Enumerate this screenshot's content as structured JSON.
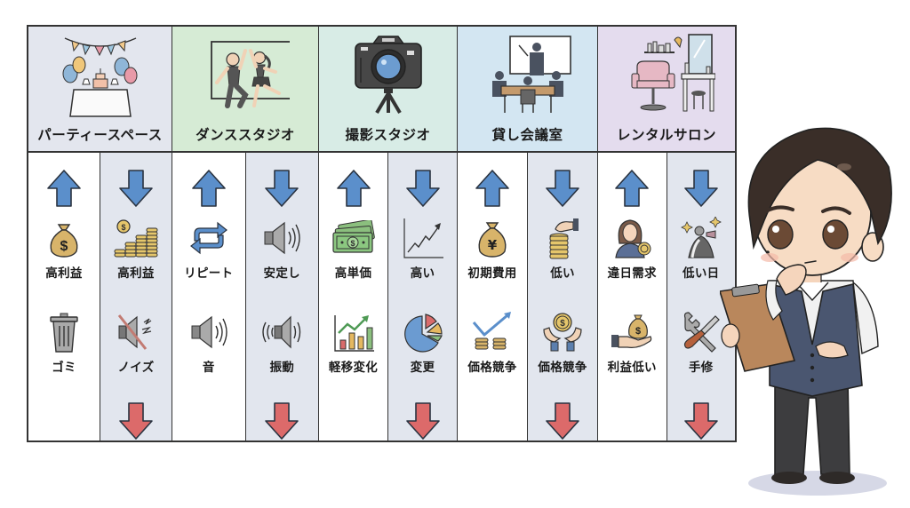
{
  "columns": [
    {
      "title": "パーティースペース",
      "header_bg": "#e3e6ee",
      "header_icon": "party-table-icon",
      "up": {
        "arrow_color": "#5b8fcb",
        "items": [
          {
            "icon": "money-bag-dollar-icon",
            "label": "高利益"
          },
          {
            "icon": "trash-can-icon",
            "label": "ゴミ"
          }
        ]
      },
      "down": {
        "arrow_color": "#5b8fcb",
        "items": [
          {
            "icon": "coin-stacks-icon",
            "label": "高利益"
          },
          {
            "icon": "muted-speaker-noise-icon",
            "label": "ノイズ"
          }
        ],
        "bottom_arrow_color": "#dc6a6a"
      }
    },
    {
      "title": "ダンススタジオ",
      "header_bg": "#d6ebd5",
      "header_icon": "dancers-icon",
      "up": {
        "items": [
          {
            "icon": "repeat-icon",
            "label": "リピート"
          },
          {
            "icon": "speaker-icon",
            "label": "音"
          }
        ]
      },
      "down": {
        "items": [
          {
            "icon": "speaker-loud-icon",
            "label": "安定し"
          },
          {
            "icon": "speaker-vibration-icon",
            "label": "振動"
          }
        ]
      }
    },
    {
      "title": "撮影スタジオ",
      "header_bg": "#d8ece6",
      "header_icon": "camera-tripod-icon",
      "up": {
        "items": [
          {
            "icon": "banknotes-icon",
            "label": "高単価"
          },
          {
            "icon": "bar-chart-trend-icon",
            "label": "軽移変化"
          }
        ]
      },
      "down": {
        "items": [
          {
            "icon": "line-chart-up-icon",
            "label": "高い"
          },
          {
            "icon": "pie-chart-icon",
            "label": "変更"
          }
        ]
      }
    },
    {
      "title": "貸し会議室",
      "header_bg": "#d3e6f2",
      "header_icon": "meeting-room-icon",
      "up": {
        "items": [
          {
            "icon": "money-bag-yen-icon",
            "label": "初期費用"
          },
          {
            "icon": "price-check-coins-icon",
            "label": "価格競争"
          }
        ]
      },
      "down": {
        "items": [
          {
            "icon": "hand-coins-icon",
            "label": "低い"
          },
          {
            "icon": "hands-coin-icon",
            "label": "価格競争"
          }
        ]
      }
    },
    {
      "title": "レンタルサロン",
      "header_bg": "#e4dcee",
      "header_icon": "salon-chair-mirror-icon",
      "up": {
        "items": [
          {
            "icon": "woman-avatar-icon",
            "label": "違日需求"
          },
          {
            "icon": "hand-money-bag-icon",
            "label": "利益低い"
          }
        ]
      },
      "down": {
        "items": [
          {
            "icon": "cleaning-sparkle-icon",
            "label": "低い日"
          },
          {
            "icon": "wrench-screwdriver-icon",
            "label": "手修"
          }
        ]
      }
    }
  ],
  "colors": {
    "arrow_blue": "#5b8fcb",
    "arrow_red": "#dc6a6a",
    "down_column_bg": "#e2e6ee",
    "border": "#333333"
  },
  "character": {
    "icon": "thinking-businessman-with-clipboard"
  }
}
